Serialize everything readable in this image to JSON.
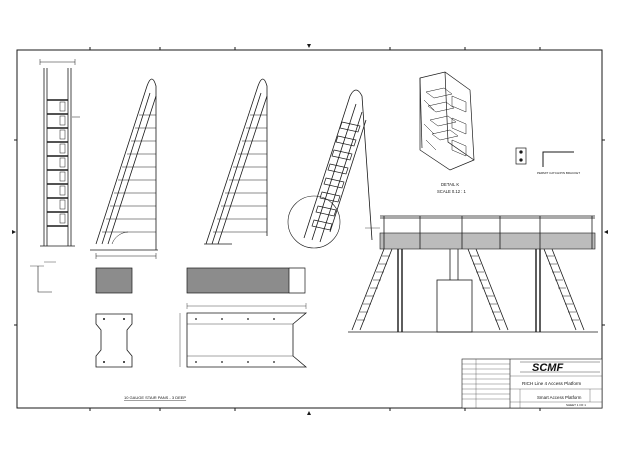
{
  "detail_view": {
    "label": "DETAIL  K",
    "scale": "SCALE 0.12 : 1"
  },
  "bracket_label": "PERMIT CATCH/PIN BRACKET",
  "plate_caption": "10 GAUGE STAIR PANS - 3 DEEP",
  "title_block": {
    "logo": "SCMF",
    "project": "RICH Line 4 Access Platform",
    "drawing": "Smart Access Platform",
    "sheet": "SHEET 1 OF 1"
  },
  "colors": {
    "line": "#1a1a1a",
    "fill_gray": "#8c8c8c",
    "deck_gray": "#bcbcbc",
    "paper": "#ffffff"
  }
}
